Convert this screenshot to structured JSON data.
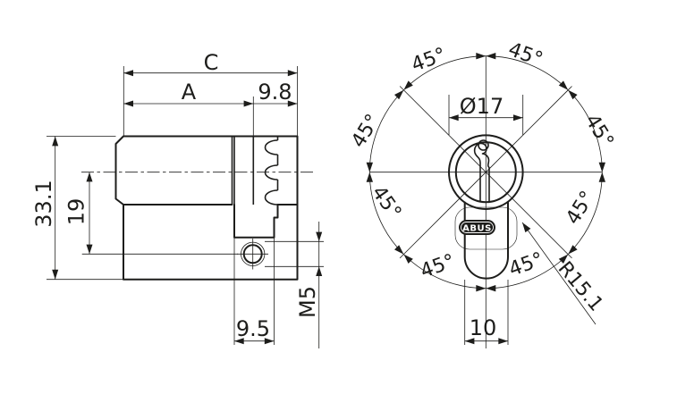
{
  "meta": {
    "background": "#ffffff",
    "line_color": "#1d1d1b",
    "badge_bg": "#1d1d1b",
    "badge_text_color": "#ffffff"
  },
  "side_view": {
    "dim_c": "C",
    "dim_a": "A",
    "dim_rear": "9.8",
    "dim_height": "33.1",
    "dim_center": "19",
    "dim_cam": "9.5",
    "dim_thread": "M5"
  },
  "front_view": {
    "dim_diameter": "Ø17",
    "dim_width": "10",
    "dim_radius": "R15.1",
    "angle_labels": [
      "45°",
      "45°",
      "45°",
      "45°",
      "45°",
      "45°",
      "45°",
      "45°"
    ],
    "badge_text": "ABUS"
  }
}
